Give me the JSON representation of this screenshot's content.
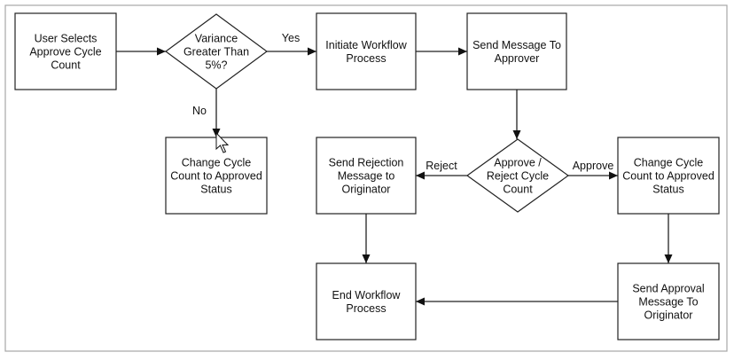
{
  "diagram": {
    "nodes": [
      {
        "id": "user_selects",
        "shape": "process",
        "lines": [
          "User Selects",
          "Approve Cycle",
          "Count"
        ]
      },
      {
        "id": "variance",
        "shape": "decision",
        "lines": [
          "Variance",
          "Greater Than",
          "5%?"
        ]
      },
      {
        "id": "initiate",
        "shape": "process",
        "lines": [
          "Initiate Workflow",
          "Process"
        ]
      },
      {
        "id": "send_approver",
        "shape": "process",
        "lines": [
          "Send Message To",
          "Approver"
        ]
      },
      {
        "id": "change_status_1",
        "shape": "process",
        "lines": [
          "Change Cycle",
          "Count to Approved",
          "Status"
        ]
      },
      {
        "id": "approve_reject",
        "shape": "decision",
        "lines": [
          "Approve /",
          "Reject Cycle",
          "Count"
        ]
      },
      {
        "id": "send_rejection",
        "shape": "process",
        "lines": [
          "Send Rejection",
          "Message to",
          "Originator"
        ]
      },
      {
        "id": "change_status_2",
        "shape": "process",
        "lines": [
          "Change Cycle",
          "Count to Approved",
          "Status"
        ]
      },
      {
        "id": "end",
        "shape": "process",
        "lines": [
          "End Workflow",
          "Process"
        ]
      },
      {
        "id": "send_approval",
        "shape": "process",
        "lines": [
          "Send Approval",
          "Message To",
          "Originator"
        ]
      }
    ],
    "edges": [
      {
        "id": "e1",
        "from": "user_selects",
        "to": "variance",
        "label": ""
      },
      {
        "id": "e2",
        "from": "variance",
        "to": "initiate",
        "label": "Yes"
      },
      {
        "id": "e3",
        "from": "variance",
        "to": "change_status_1",
        "label": "No"
      },
      {
        "id": "e4",
        "from": "initiate",
        "to": "send_approver",
        "label": ""
      },
      {
        "id": "e5",
        "from": "send_approver",
        "to": "approve_reject",
        "label": ""
      },
      {
        "id": "e6",
        "from": "approve_reject",
        "to": "send_rejection",
        "label": "Reject"
      },
      {
        "id": "e7",
        "from": "approve_reject",
        "to": "change_status_2",
        "label": "Approve"
      },
      {
        "id": "e8",
        "from": "send_rejection",
        "to": "end",
        "label": ""
      },
      {
        "id": "e9",
        "from": "change_status_2",
        "to": "send_approval",
        "label": ""
      },
      {
        "id": "e10",
        "from": "send_approval",
        "to": "end",
        "label": ""
      }
    ]
  },
  "cursor": {
    "icon": "mouse-pointer-icon"
  },
  "colors": {
    "stroke": "#222222",
    "frame": "#a6a6a6",
    "background": "#ffffff"
  }
}
